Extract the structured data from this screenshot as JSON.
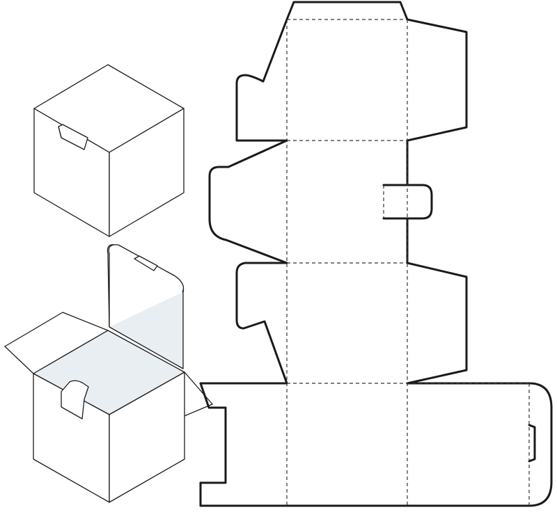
{
  "diagram": {
    "colors": {
      "line": "#1a1a1a",
      "fold_line": "#333333",
      "interior_shade": "#e8eef2",
      "background": "#ffffff"
    },
    "parts": [
      "closed-box",
      "open-box",
      "flat-dieline"
    ]
  }
}
